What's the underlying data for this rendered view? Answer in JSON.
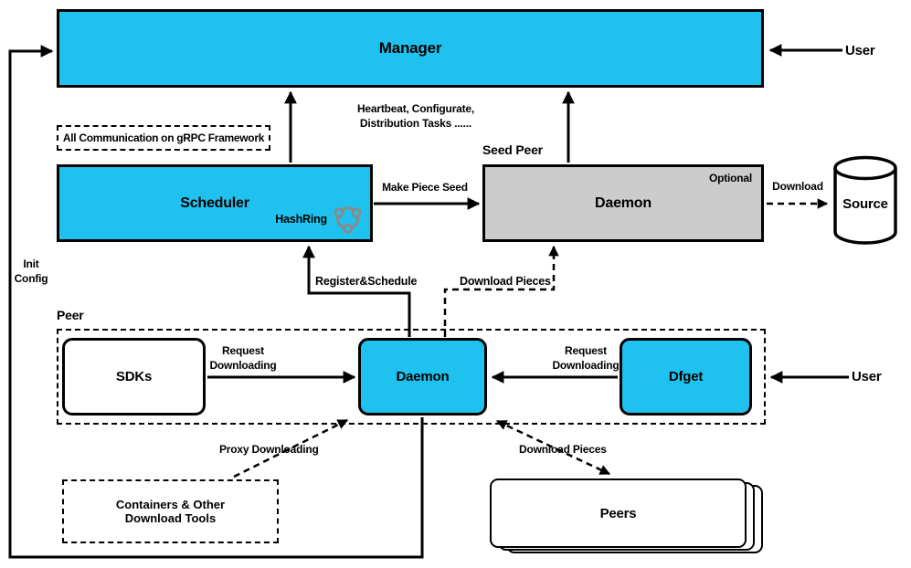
{
  "colors": {
    "accent_cyan": "#1FC2EE",
    "muted_gray": "#CCCCCC",
    "line_black": "#000000",
    "hashring_gray": "#8A8A8A"
  },
  "icons": {
    "hashring": "hash-ring-with-three-nodes",
    "source": "database-cylinder"
  },
  "actors": {
    "user_top": "User",
    "user_peer": "User"
  },
  "groups": {
    "seed_peer_label": "Seed Peer",
    "peer_label": "Peer"
  },
  "nodes": {
    "manager": "Manager",
    "scheduler": "Scheduler",
    "scheduler_hashring": "HashRing",
    "seed_daemon": "Daemon",
    "seed_daemon_optional": "Optional",
    "source": "Source",
    "sdks": "SDKs",
    "peer_daemon": "Daemon",
    "dfget": "Dfget",
    "containers_line1": "Containers & Other",
    "containers_line2": "Download Tools",
    "peers": "Peers"
  },
  "notes": {
    "grpc": "All Communication on gRPC Framework",
    "manager_tasks_line1": "Heartbeat, Configurate,",
    "manager_tasks_line2": "Distribution Tasks ......"
  },
  "edges": {
    "make_piece_seed": "Make Piece Seed",
    "download_source": "Download",
    "register_schedule": "Register&Schedule",
    "download_pieces_seed": "Download Pieces",
    "init_config_line1": "Init",
    "init_config_line2": "Config",
    "request_downloading_sdks_line1": "Request",
    "request_downloading_sdks_line2": "Downloading",
    "request_downloading_dfget_line1": "Request",
    "request_downloading_dfget_line2": "Downloading",
    "proxy_downloading": "Proxy Downloading",
    "download_pieces_peers": "Download Pieces"
  }
}
